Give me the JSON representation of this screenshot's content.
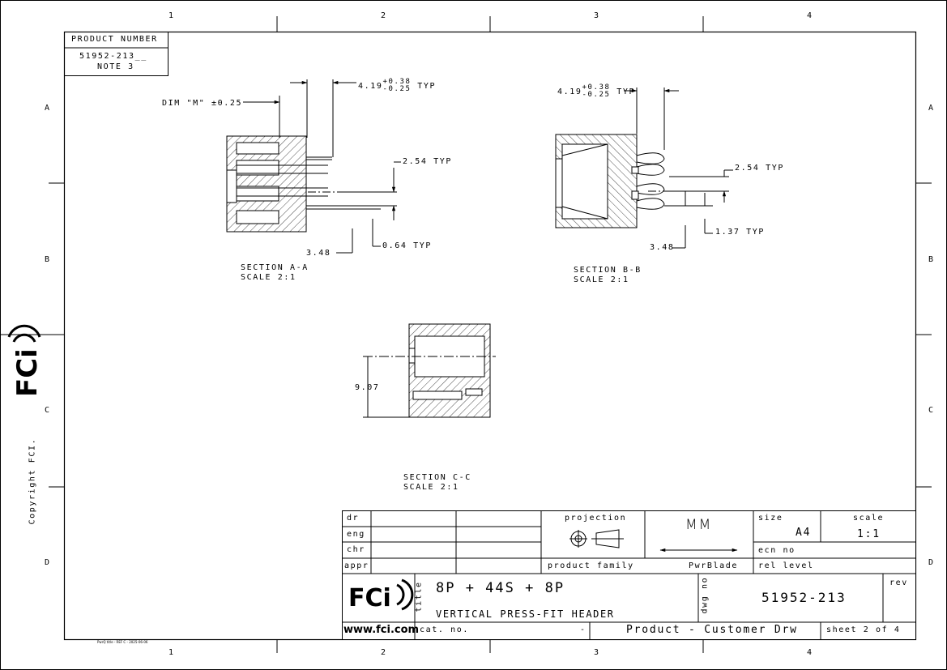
{
  "borders": {
    "columns_top": [
      "1",
      "2",
      "3",
      "4"
    ],
    "columns_bottom": [
      "1",
      "2",
      "3",
      "4"
    ],
    "rows_left": [
      "A",
      "B",
      "C",
      "D"
    ],
    "rows_right": [
      "A",
      "B",
      "C",
      "D"
    ]
  },
  "copyright": "Copyright FCI.",
  "logo_text": "FCi",
  "footer_tiny": "PwrQ title - REF C - 2025-06-06",
  "product_number_box": {
    "header": "PRODUCT NUMBER",
    "value": "51952-213__",
    "note": "NOTE 3"
  },
  "section_aa": {
    "title": "SECTION  A-A",
    "scale": "SCALE  2:1",
    "dim_m": "DIM \"M\" ±0.25",
    "dim_pitch_base": "4.19",
    "dim_pitch_plus": "+0.38",
    "dim_pitch_minus": "-0.25",
    "dim_pitch_typ": "TYP",
    "dim_254": "2.54 TYP",
    "dim_348": "3.48",
    "dim_064": "0.64 TYP"
  },
  "section_bb": {
    "title": "SECTION  B-B",
    "scale": "SCALE  2:1",
    "dim_pitch_base": "4.19",
    "dim_pitch_plus": "+0.38",
    "dim_pitch_minus": "-0.25",
    "dim_pitch_typ": "TYP",
    "dim_254": "2.54 TYP",
    "dim_348": "3.48",
    "dim_137": "1.37 TYP"
  },
  "section_cc": {
    "title": "SECTION  C-C",
    "scale": "SCALE  2:1",
    "dim_907": "9.07"
  },
  "title_block": {
    "dr": "dr",
    "eng": "eng",
    "chr": "chr",
    "appr": "appr",
    "projection": "projection",
    "units": "MM",
    "size_label": "size",
    "size_value": "A4",
    "scale_label": "scale",
    "scale_value": "1:1",
    "ecn_label": "ecn no",
    "product_family_label": "product family",
    "product_family_value": "PwrBlade",
    "rel_level_label": "rel level",
    "title_label": "title",
    "title_line1": "8P + 44S + 8P",
    "title_line2": "VERTICAL PRESS-FIT HEADER",
    "dwg_label": "dwg no",
    "dwg_value": "51952-213",
    "rev_label": "rev",
    "website": "www.fci.com",
    "cat_label": "cat. no.",
    "cat_value": "-",
    "drawing_type": "Product - Customer Drw",
    "sheet": "sheet 2 of 4"
  }
}
